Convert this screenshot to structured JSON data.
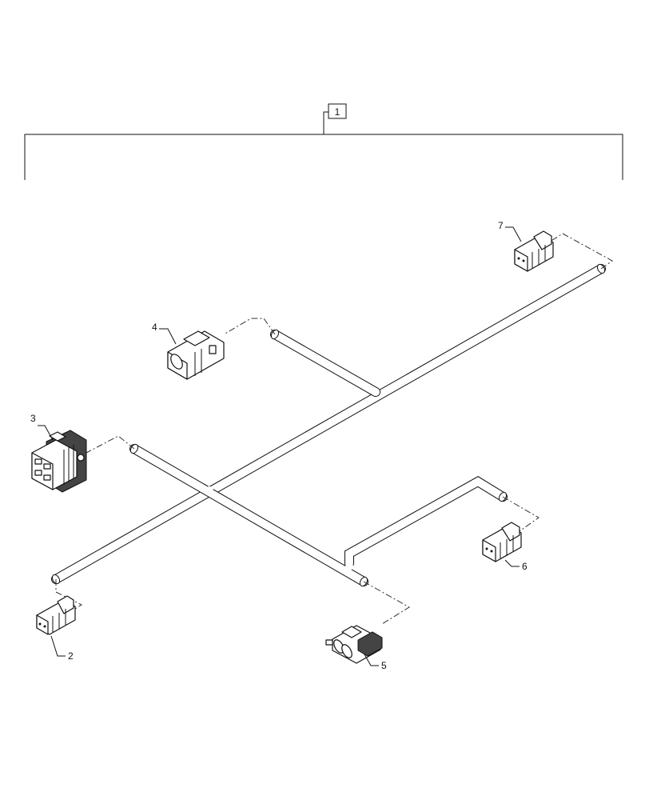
{
  "callouts": {
    "assembly": "1",
    "c2": "2",
    "c3": "3",
    "c4": "4",
    "c5": "5",
    "c6": "6",
    "c7": "7"
  }
}
